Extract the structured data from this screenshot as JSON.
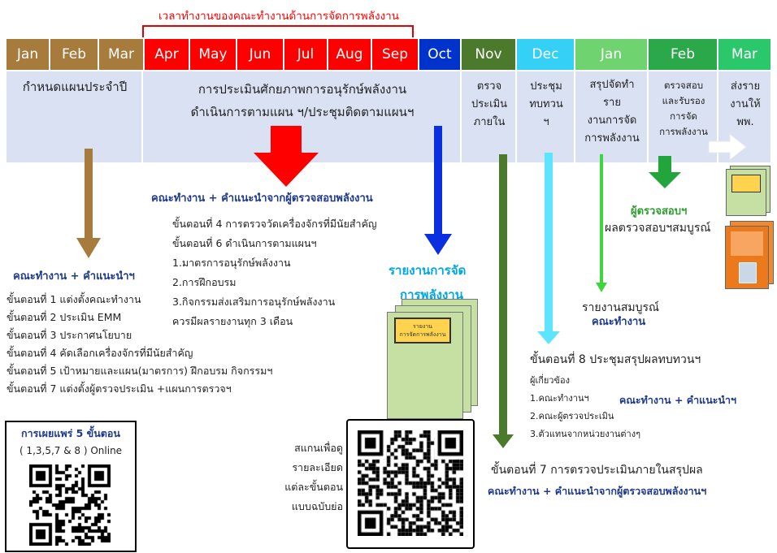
{
  "bracket_title": "เวลาทำงานของคณะทำงานด้านการจัดการพลังงาน",
  "months": [
    {
      "label": "Jan",
      "color": "#a77b3c"
    },
    {
      "label": "Feb",
      "color": "#a77b3c"
    },
    {
      "label": "Mar",
      "color": "#a77b3c"
    },
    {
      "label": "Apr",
      "color": "#ff0000"
    },
    {
      "label": "May",
      "color": "#ff0000"
    },
    {
      "label": "Jun",
      "color": "#ff0000"
    },
    {
      "label": "Jul",
      "color": "#ff0000"
    },
    {
      "label": "Aug",
      "color": "#ff0000"
    },
    {
      "label": "Sep",
      "color": "#ff0000"
    },
    {
      "label": "Oct",
      "color": "#0033cc"
    },
    {
      "label": "Nov",
      "color": "#4c7a2c"
    },
    {
      "label": "Dec",
      "color": "#35d0f5"
    },
    {
      "label": "Jan",
      "color": "#6fd36f"
    },
    {
      "label": "Feb",
      "color": "#2aa84a"
    },
    {
      "label": "Mar",
      "color": "#2ac86a"
    }
  ],
  "band": {
    "plan": "กำหนดแผนประจำปี",
    "assess_line1": "การประเมินศักยภาพการอนุรักษ์พลังงาน",
    "assess_line2": "ดำเนินการตามแผน ฯ/ประชุมติดตามแผนฯ",
    "nov": [
      "ตรวจ",
      "ประเมิน",
      "ภายใน"
    ],
    "dec": [
      "ประชุม",
      "ทบทวน",
      "ฯ"
    ],
    "jan2": [
      "สรุปจัดทำ",
      "ราย",
      "งานการจัด",
      "การพลังงาน"
    ],
    "feb2": [
      "ตรวจสอบ",
      "และรับรอง",
      "การจัด",
      "การพลังงาน"
    ],
    "mar2": [
      "ส่งราย",
      "งานให้",
      "พพ."
    ]
  },
  "left": {
    "heading": "คณะทำงาน + คำแนะนำฯ",
    "steps": [
      "ขั้นตอนที่ 1 แต่งตั้งคณะทำงาน",
      "ขั้นตอนที่ 2 ประเมิน EMM",
      "ขั้นตอนที่ 3 ประกาศนโยบาย",
      "ขั้นตอนที่ 4 คัดเลือกเครื่องจักรที่มีนัยสำคัญ",
      "ขั้นตอนที่ 5 เป้าหมายและแผน(มาตรการ) ฝึกอบรม กิจกรรมฯ",
      "ขั้นตอนที่ 7 แต่งตั้งผู้ตรวจประเมิน +แผนการตรวจฯ"
    ]
  },
  "publish": {
    "line1": "การเผยแพร่ 5 ขั้นตอน",
    "line2": "( 1,3,5,7 & 8 ) Online"
  },
  "middle": {
    "heading": "คณะทำงาน + คำแนะนำจากผู้ตรวจสอบพลังงาน",
    "lines": [
      "ขั้นตอนที่ 4 การตรวจวัดเครื่องจักรที่มีนัยสำคัญ",
      "ขั้นตอนที่ 6 ดำเนินการตามแผนฯ",
      "1.มาตรการอนุรักษ์พลังงาน",
      "2.การฝึกอบรม",
      "3.กิจกรรมส่งเสริมการอนุรักษ์พลังงาน",
      "ควรมีผลรายงานทุก 3 เดือน"
    ]
  },
  "report_title": {
    "line1": "รายงานการจัด",
    "line2": "การพลังงาน"
  },
  "doc_label": {
    "line1": "รายงาน",
    "line2": "การจัดการพลังงาน"
  },
  "scan": [
    "สแกนเพื่อดู",
    "รายละเอียด",
    "แต่ละขั้นตอน",
    "แบบฉบับย่อ"
  ],
  "step8": {
    "title": "ขั้นตอนที่ 8 ประชุมสรุปผลทบทวนฯ",
    "involved": "ผู้เกี่ยวข้อง",
    "items": [
      "1.คณะทำงานฯ",
      "2.คณะผู้ตรวจประเมิน",
      "3.ตัวแทนจากหน่วยงานต่างๆ"
    ],
    "team": "คณะทำงาน + คำแนะนำฯ"
  },
  "step7": {
    "title": "ขั้นตอนที่ 7 การตรวจประเมินภายในสรุปผล",
    "team": "คณะทำงาน + คำแนะนำจากผู้ตรวจสอบพลังงานฯ"
  },
  "complete": {
    "line1": "รายงานสมบูรณ์",
    "line2": "คณะทำงาน"
  },
  "auditor": {
    "line1": "ผู้ตรวจสอบฯ",
    "line2": "ผลตรวจสอบฯสมบูรณ์"
  }
}
